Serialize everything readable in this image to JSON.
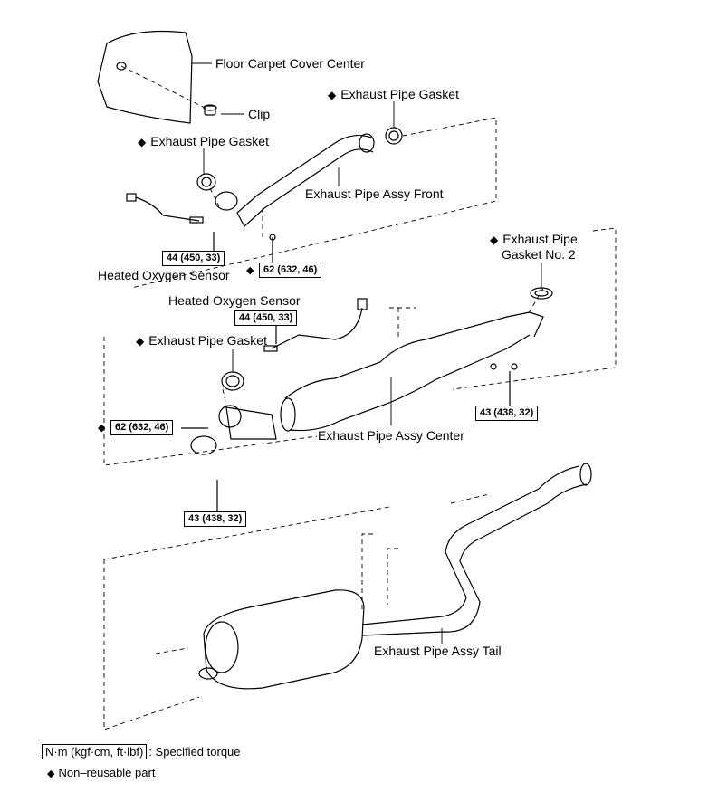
{
  "labels": {
    "floor_carpet_cover_center": "Floor Carpet Cover Center",
    "clip": "Clip",
    "exhaust_pipe_gasket_top": "Exhaust Pipe Gasket",
    "exhaust_pipe_gasket_left": "Exhaust Pipe Gasket",
    "exhaust_pipe_assy_front": "Exhaust Pipe Assy Front",
    "heated_oxygen_sensor_1": "Heated Oxygen Sensor",
    "heated_oxygen_sensor_2": "Heated Oxygen Sensor",
    "exhaust_pipe_gasket_no2_line1": "Exhaust Pipe",
    "exhaust_pipe_gasket_no2_line2": "Gasket No. 2",
    "exhaust_pipe_gasket_center": "Exhaust Pipe Gasket",
    "exhaust_pipe_assy_center": "Exhaust Pipe Assy Center",
    "exhaust_pipe_assy_tail": "Exhaust Pipe Assy Tail"
  },
  "torques": {
    "t1": "44 (450, 33)",
    "t2": "62 (632, 46)",
    "t3": "44 (450, 33)",
    "t4": "43 (438, 32)",
    "t5": "62 (632, 46)",
    "t6": "43 (438, 32)"
  },
  "symbols": {
    "non_reusable": "◆"
  },
  "legend": {
    "torque_unit": "N·m (kgf·cm, ft·lbf)",
    "torque_desc": ": Specified torque",
    "non_reusable_desc": "Non–reusable part"
  }
}
